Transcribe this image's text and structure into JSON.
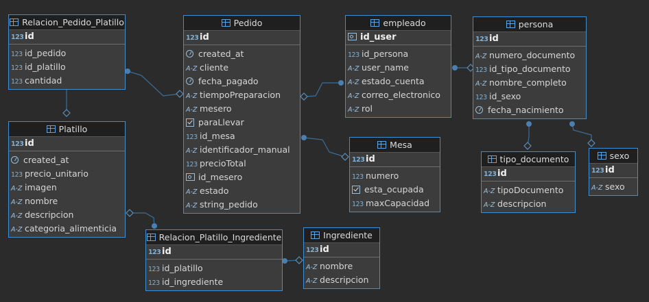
{
  "entities": [
    {
      "id": "relacion_pedido_platillo",
      "name": "Relacion_Pedido_Platillo",
      "pk": {
        "icon": "num",
        "label": "id"
      },
      "fields": [
        {
          "icon": "num",
          "label": "id_pedido"
        },
        {
          "icon": "num",
          "label": "id_platillo"
        },
        {
          "icon": "num",
          "label": "cantidad"
        }
      ]
    },
    {
      "id": "pedido",
      "name": "Pedido",
      "pk": {
        "icon": "num",
        "label": "id"
      },
      "fields": [
        {
          "icon": "clk",
          "label": "created_at"
        },
        {
          "icon": "txt",
          "label": "cliente"
        },
        {
          "icon": "clk",
          "label": "fecha_pagado"
        },
        {
          "icon": "txt",
          "label": "tiempoPreparacion"
        },
        {
          "icon": "txt",
          "label": "mesero"
        },
        {
          "icon": "chk",
          "label": "paraLlevar"
        },
        {
          "icon": "num",
          "label": "id_mesa"
        },
        {
          "icon": "txt",
          "label": "identificador_manual"
        },
        {
          "icon": "num",
          "label": "precioTotal"
        },
        {
          "icon": "key",
          "label": "id_mesero"
        },
        {
          "icon": "txt",
          "label": "estado"
        },
        {
          "icon": "txt",
          "label": "string_pedido"
        }
      ]
    },
    {
      "id": "empleado",
      "name": "empleado",
      "pk": {
        "icon": "key",
        "label": "id_user"
      },
      "fields": [
        {
          "icon": "num",
          "label": "id_persona"
        },
        {
          "icon": "txt",
          "label": "user_name"
        },
        {
          "icon": "txt",
          "label": "estado_cuenta"
        },
        {
          "icon": "txt",
          "label": "correo_electronico"
        },
        {
          "icon": "txt",
          "label": "rol"
        }
      ]
    },
    {
      "id": "persona",
      "name": "persona",
      "pk": {
        "icon": "num",
        "label": "id"
      },
      "fields": [
        {
          "icon": "txt",
          "label": "numero_documento"
        },
        {
          "icon": "num",
          "label": "id_tipo_documento"
        },
        {
          "icon": "txt",
          "label": "nombre_completo"
        },
        {
          "icon": "num",
          "label": "id_sexo"
        },
        {
          "icon": "clk",
          "label": "fecha_nacimiento"
        }
      ]
    },
    {
      "id": "platillo",
      "name": "Platillo",
      "pk": {
        "icon": "num",
        "label": "id"
      },
      "fields": [
        {
          "icon": "clk",
          "label": "created_at"
        },
        {
          "icon": "num",
          "label": "precio_unitario"
        },
        {
          "icon": "txt",
          "label": "imagen"
        },
        {
          "icon": "txt",
          "label": "nombre"
        },
        {
          "icon": "txt",
          "label": "descripcion"
        },
        {
          "icon": "txt",
          "label": "categoria_alimenticia"
        }
      ]
    },
    {
      "id": "mesa",
      "name": "Mesa",
      "pk": {
        "icon": "num",
        "label": "id"
      },
      "fields": [
        {
          "icon": "num",
          "label": "numero"
        },
        {
          "icon": "chk",
          "label": "esta_ocupada"
        },
        {
          "icon": "num",
          "label": "maxCapacidad"
        }
      ]
    },
    {
      "id": "tipo_documento",
      "name": "tipo_documento",
      "pk": {
        "icon": "num",
        "label": "id"
      },
      "fields": [
        {
          "icon": "txt",
          "label": "tipoDocumento"
        },
        {
          "icon": "txt",
          "label": "descripcion"
        }
      ]
    },
    {
      "id": "sexo",
      "name": "sexo",
      "pk": {
        "icon": "num",
        "label": "id"
      },
      "fields": [
        {
          "icon": "txt",
          "label": "sexo"
        }
      ]
    },
    {
      "id": "relacion_platillo_ingrediente",
      "name": "Relacion_Platillo_Ingrediente",
      "pk": {
        "icon": "num",
        "label": "id"
      },
      "fields": [
        {
          "icon": "num",
          "label": "id_platillo"
        },
        {
          "icon": "num",
          "label": "id_ingrediente"
        }
      ]
    },
    {
      "id": "ingrediente",
      "name": "Ingrediente",
      "pk": {
        "icon": "num",
        "label": "id"
      },
      "fields": [
        {
          "icon": "txt",
          "label": "nombre"
        },
        {
          "icon": "txt",
          "label": "descripcion"
        }
      ]
    }
  ],
  "relationships": [
    {
      "from": "relacion_pedido_platillo",
      "to": "pedido"
    },
    {
      "from": "relacion_pedido_platillo",
      "to": "platillo"
    },
    {
      "from": "empleado",
      "to": "pedido"
    },
    {
      "from": "persona",
      "to": "empleado"
    },
    {
      "from": "pedido",
      "to": "mesa"
    },
    {
      "from": "persona",
      "to": "tipo_documento"
    },
    {
      "from": "persona",
      "to": "sexo"
    },
    {
      "from": "relacion_platillo_ingrediente",
      "to": "platillo"
    },
    {
      "from": "relacion_platillo_ingrediente",
      "to": "ingrediente"
    }
  ],
  "colors": {
    "background": "#2b2b2b",
    "border": "#3a8fd6",
    "header": "#1f1f1f",
    "line": "#3a6f99"
  }
}
